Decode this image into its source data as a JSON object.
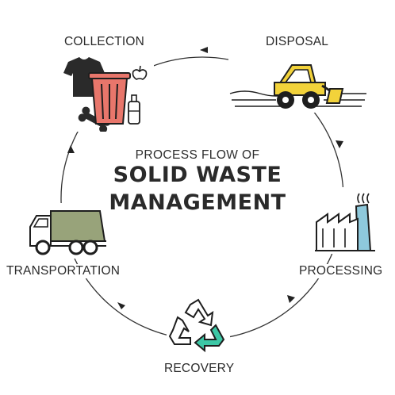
{
  "diagram": {
    "subtitle": "PROCESS FLOW OF",
    "title_line1": "SOLID WASTE",
    "title_line2": "MANAGEMENT",
    "stages": [
      {
        "id": "collection",
        "label": "COLLECTION",
        "icon": "trash-bin-with-clothes-icon"
      },
      {
        "id": "disposal",
        "label": "DISPOSAL",
        "icon": "bulldozer-icon"
      },
      {
        "id": "processing",
        "label": "PROCESSING",
        "icon": "factory-icon"
      },
      {
        "id": "recovery",
        "label": "RECOVERY",
        "icon": "recycle-icon"
      },
      {
        "id": "transportation",
        "label": "TRANSPORTATION",
        "icon": "garbage-truck-icon"
      }
    ],
    "flow_direction": "clockwise",
    "colors": {
      "bin_red": "#e8766b",
      "truck_green": "#98a37a",
      "bulldozer_yellow": "#f2d23a",
      "recycle_teal": "#3cc7a5",
      "factory_blue": "#8ec9dc",
      "outline": "#1e1e1e",
      "ring": "#333333"
    }
  }
}
